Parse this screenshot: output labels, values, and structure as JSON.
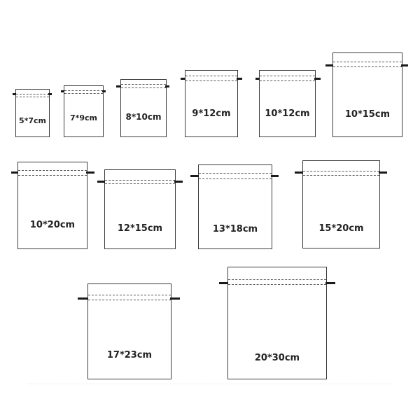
{
  "bags": [
    {
      "label": "5*7cm"
    },
    {
      "label": "7*9cm"
    },
    {
      "label": "8*10cm"
    },
    {
      "label": "9*12cm"
    },
    {
      "label": "10*12cm"
    },
    {
      "label": "10*15cm"
    },
    {
      "label": "10*20cm"
    },
    {
      "label": "12*15cm"
    },
    {
      "label": "13*18cm"
    },
    {
      "label": "15*20cm"
    },
    {
      "label": "17*23cm"
    },
    {
      "label": "20*30cm"
    }
  ],
  "colors": {
    "outline": "#3a3a3a",
    "seam": "#555555",
    "cord": "#1a1a1a",
    "text": "#222222"
  }
}
